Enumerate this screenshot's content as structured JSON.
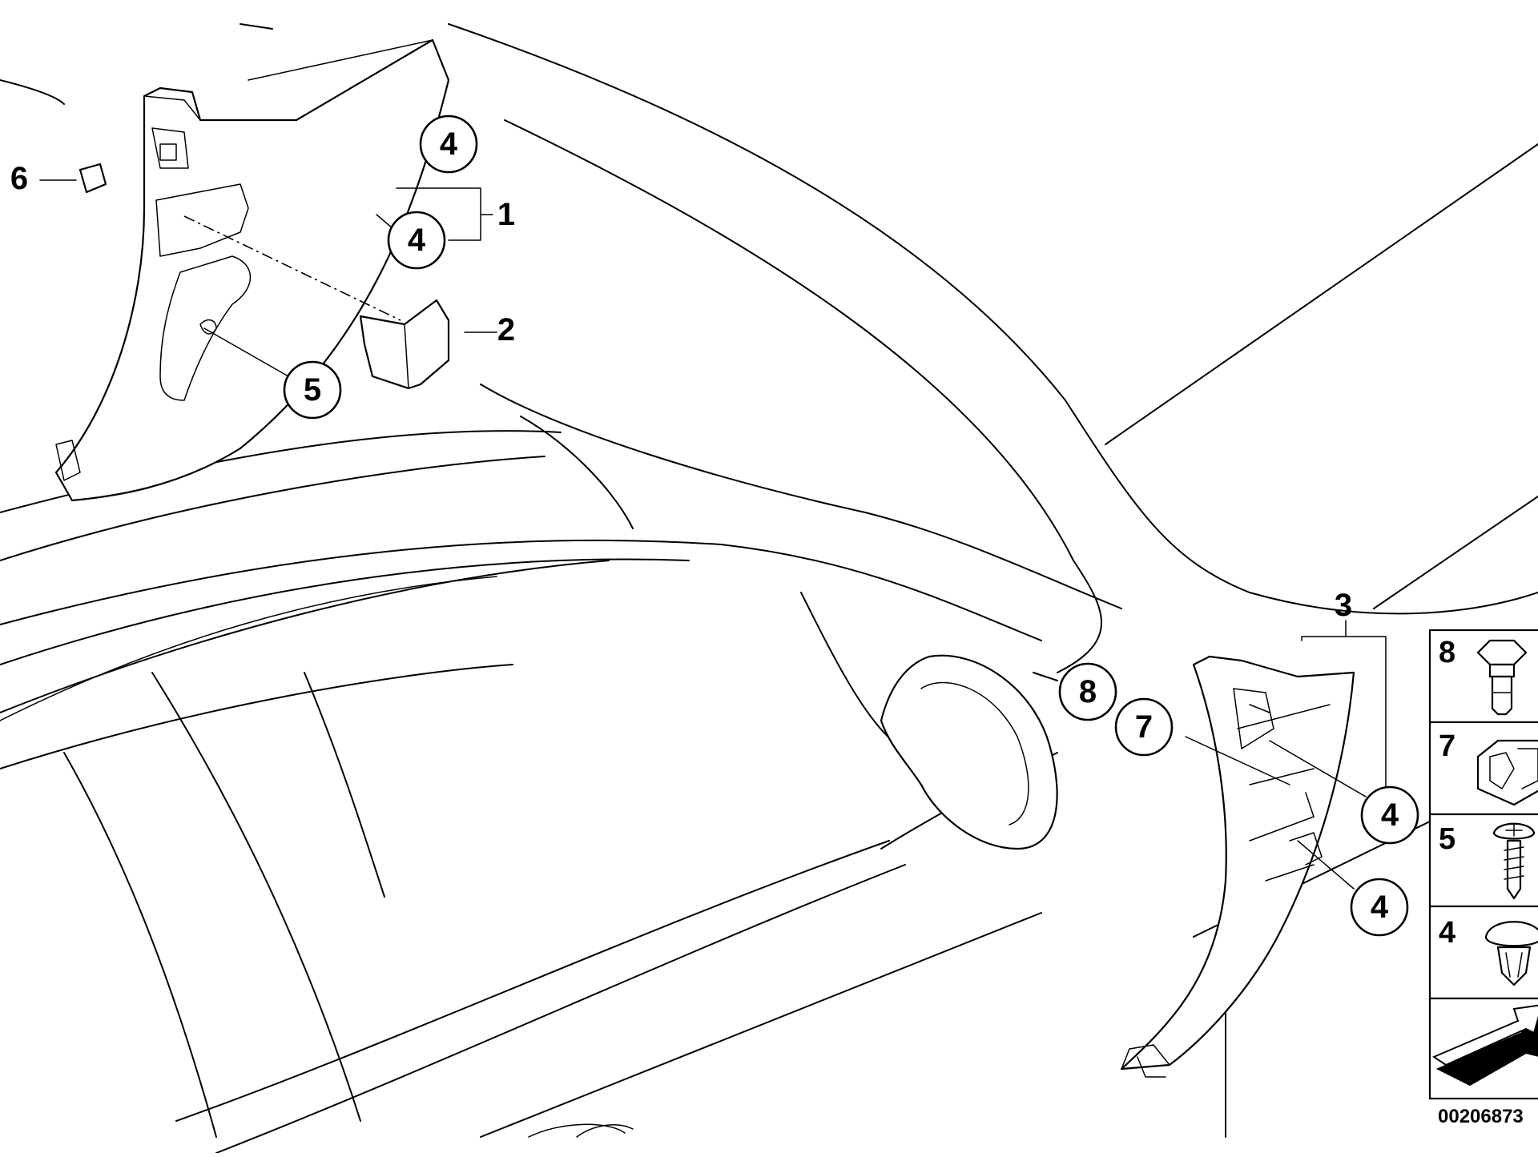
{
  "callouts": [
    {
      "id": "c1",
      "label": "4"
    },
    {
      "id": "c2",
      "label": "4"
    },
    {
      "id": "c3",
      "label": "5"
    },
    {
      "id": "c4",
      "label": "8"
    },
    {
      "id": "c5",
      "label": "7"
    },
    {
      "id": "c6",
      "label": "4"
    },
    {
      "id": "c7",
      "label": "4"
    }
  ],
  "labels": [
    {
      "id": "l1",
      "label": "1"
    },
    {
      "id": "l2",
      "label": "2"
    },
    {
      "id": "l3",
      "label": "3"
    },
    {
      "id": "l6",
      "label": "6"
    }
  ],
  "legend": [
    {
      "number": "8",
      "part": "hex-bolt"
    },
    {
      "number": "7",
      "part": "clip-nut"
    },
    {
      "number": "5",
      "part": "screw"
    },
    {
      "number": "4",
      "part": "push-clip"
    },
    {
      "number": "",
      "part": "direction-arrow"
    }
  ],
  "reference_number": "00206873"
}
